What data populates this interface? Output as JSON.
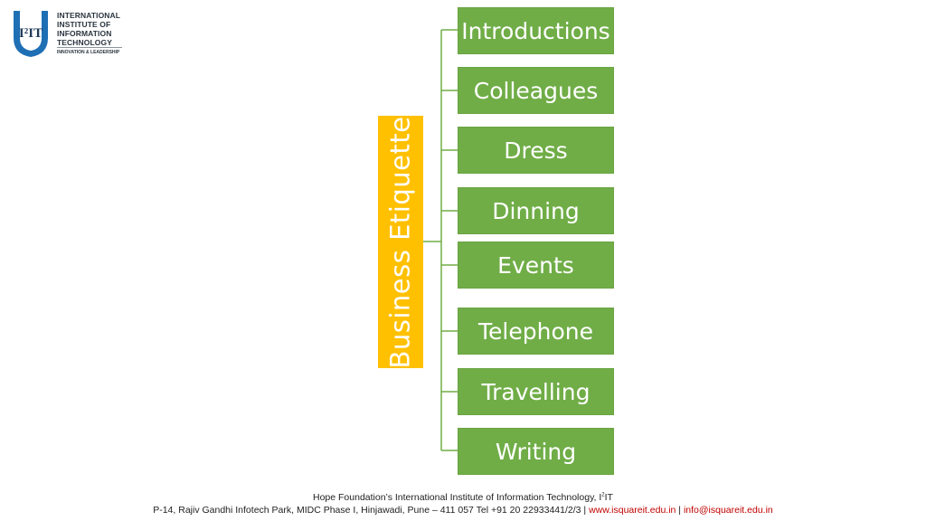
{
  "logo": {
    "mark": "I²IT",
    "lines": [
      "INTERNATIONAL",
      "INSTITUTE OF",
      "INFORMATION",
      "TECHNOLOGY"
    ],
    "tagline": "INNOVATION & LEADERSHIP",
    "colors": {
      "shield": "#1f6fb5",
      "text": "#2b3540"
    }
  },
  "diagram": {
    "root": "Business Etiquette",
    "root_color": "#ffc000",
    "node_color": "#70ad47",
    "connector_color": "#70ad47",
    "nodes": [
      "Introductions",
      "Colleagues",
      "Dress",
      "Dinning",
      "Events",
      "Telephone",
      "Travelling",
      "Writing"
    ]
  },
  "footer": {
    "line1_prefix": "Hope Foundation’s International Institute of Information Technology, I",
    "line1_sup": "2",
    "line1_suffix": "IT",
    "line2_address": "P-14, Rajiv Gandhi Infotech Park, MIDC Phase I, Hinjawadi, Pune – 411 057 Tel +91 20 22933441/2/3 | ",
    "website": "www.isquareit.edu.in",
    "separator": " | ",
    "email": "info@isquareit.edu.in",
    "link_color": "#c00000"
  }
}
